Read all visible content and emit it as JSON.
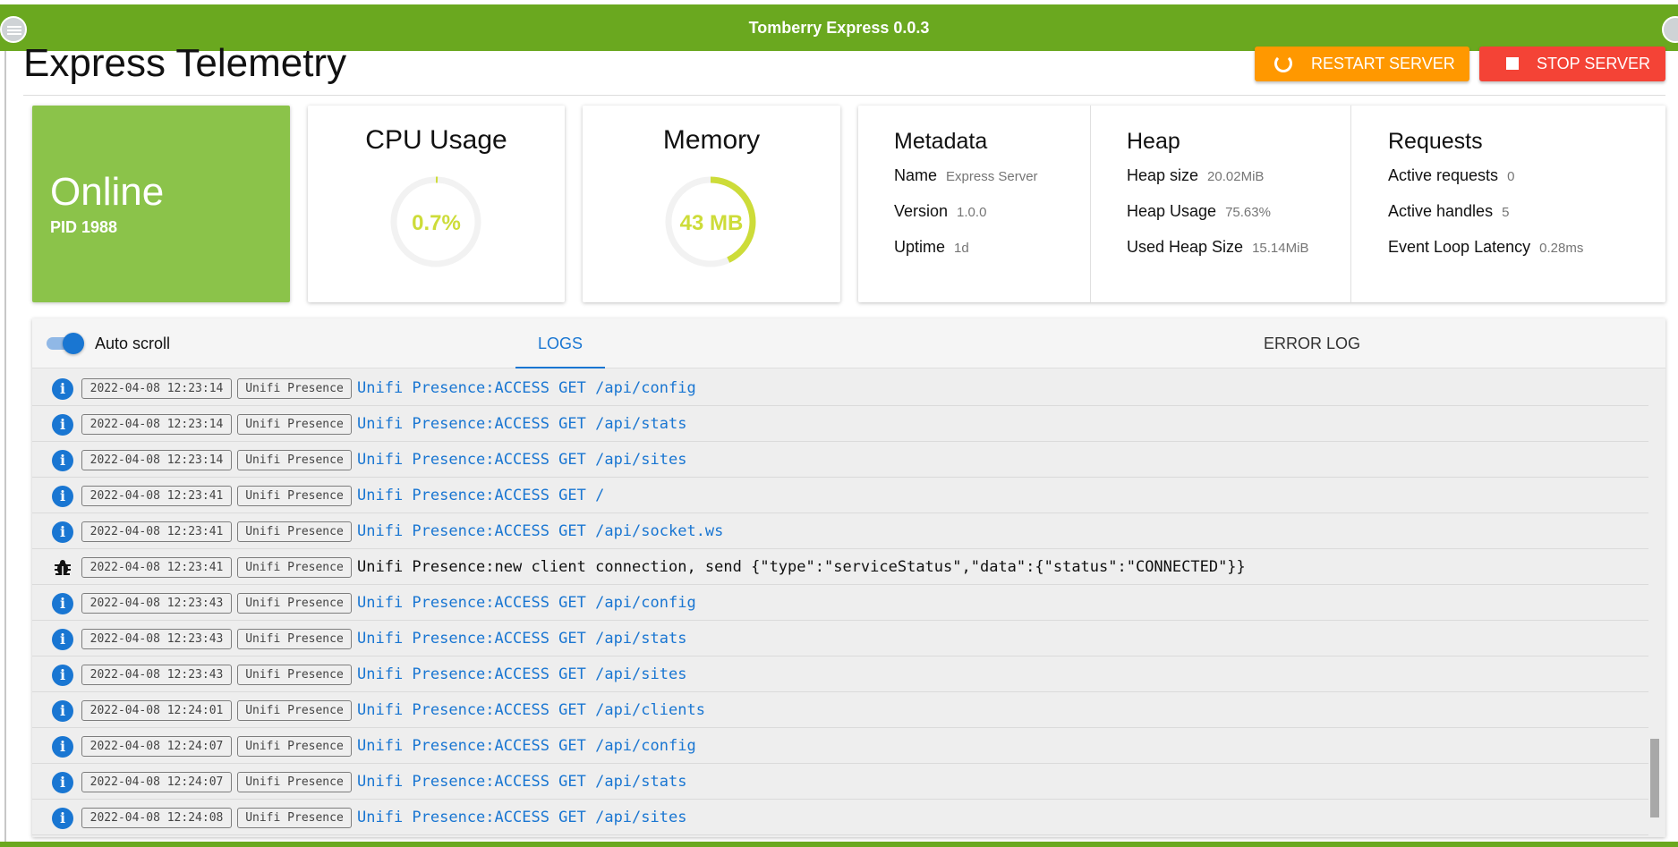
{
  "app": {
    "title": "Tomberry Express 0.0.3"
  },
  "header": {
    "title": "Express Telemetry",
    "restart_label": "RESTART SERVER",
    "stop_label": "STOP SERVER"
  },
  "status": {
    "state": "Online",
    "pid": "PID 1988"
  },
  "cpu": {
    "title": "CPU Usage",
    "value": "0.7%",
    "fraction": 0.007
  },
  "memory": {
    "title": "Memory",
    "value": "43 MB",
    "fraction": 0.43
  },
  "metadata": {
    "title": "Metadata",
    "rows": [
      {
        "label": "Name",
        "value": "Express Server"
      },
      {
        "label": "Version",
        "value": "1.0.0"
      },
      {
        "label": "Uptime",
        "value": "1d"
      }
    ]
  },
  "heap": {
    "title": "Heap",
    "rows": [
      {
        "label": "Heap size",
        "value": "20.02MiB"
      },
      {
        "label": "Heap Usage",
        "value": "75.63%"
      },
      {
        "label": "Used Heap Size",
        "value": "15.14MiB"
      }
    ]
  },
  "requests": {
    "title": "Requests",
    "rows": [
      {
        "label": "Active requests",
        "value": "0"
      },
      {
        "label": "Active handles",
        "value": "5"
      },
      {
        "label": "Event Loop Latency",
        "value": "0.28ms"
      }
    ]
  },
  "logs": {
    "auto_scroll_label": "Auto scroll",
    "auto_scroll_on": true,
    "tab_logs": "LOGS",
    "tab_errors": "ERROR LOG",
    "entries": [
      {
        "level": "info",
        "time": "2022-04-08 12:23:14",
        "source": "Unifi Presence",
        "message": "Unifi Presence:ACCESS GET /api/config"
      },
      {
        "level": "info",
        "time": "2022-04-08 12:23:14",
        "source": "Unifi Presence",
        "message": "Unifi Presence:ACCESS GET /api/stats"
      },
      {
        "level": "info",
        "time": "2022-04-08 12:23:14",
        "source": "Unifi Presence",
        "message": "Unifi Presence:ACCESS GET /api/sites"
      },
      {
        "level": "info",
        "time": "2022-04-08 12:23:41",
        "source": "Unifi Presence",
        "message": "Unifi Presence:ACCESS GET /"
      },
      {
        "level": "info",
        "time": "2022-04-08 12:23:41",
        "source": "Unifi Presence",
        "message": "Unifi Presence:ACCESS GET /api/socket.ws"
      },
      {
        "level": "debug",
        "time": "2022-04-08 12:23:41",
        "source": "Unifi Presence",
        "message": "Unifi Presence:new client connection, send {\"type\":\"serviceStatus\",\"data\":{\"status\":\"CONNECTED\"}}"
      },
      {
        "level": "info",
        "time": "2022-04-08 12:23:43",
        "source": "Unifi Presence",
        "message": "Unifi Presence:ACCESS GET /api/config"
      },
      {
        "level": "info",
        "time": "2022-04-08 12:23:43",
        "source": "Unifi Presence",
        "message": "Unifi Presence:ACCESS GET /api/stats"
      },
      {
        "level": "info",
        "time": "2022-04-08 12:23:43",
        "source": "Unifi Presence",
        "message": "Unifi Presence:ACCESS GET /api/sites"
      },
      {
        "level": "info",
        "time": "2022-04-08 12:24:01",
        "source": "Unifi Presence",
        "message": "Unifi Presence:ACCESS GET /api/clients"
      },
      {
        "level": "info",
        "time": "2022-04-08 12:24:07",
        "source": "Unifi Presence",
        "message": "Unifi Presence:ACCESS GET /api/config"
      },
      {
        "level": "info",
        "time": "2022-04-08 12:24:07",
        "source": "Unifi Presence",
        "message": "Unifi Presence:ACCESS GET /api/stats"
      },
      {
        "level": "info",
        "time": "2022-04-08 12:24:08",
        "source": "Unifi Presence",
        "message": "Unifi Presence:ACCESS GET /api/sites"
      }
    ]
  },
  "colors": {
    "appbar": "#6aa81f",
    "online": "#8bc34a",
    "gauge": "#cddc39",
    "restart": "#ff9800",
    "stop": "#f44336",
    "accent": "#1976d2"
  },
  "icons": {
    "menu": "menu-icon",
    "restart": "restart-icon",
    "stop": "stop-icon",
    "info": "info-icon",
    "debug": "bug-icon"
  }
}
